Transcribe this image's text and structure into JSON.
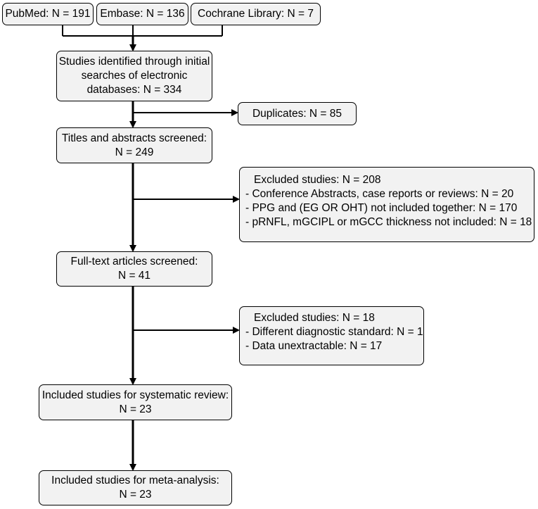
{
  "sources": [
    {
      "label": "PubMed: N = 191"
    },
    {
      "label": "Embase: N = 136"
    },
    {
      "label": "Cochrane Library: N = 7"
    }
  ],
  "identified": {
    "lines": [
      "Studies identified through initial",
      "searches of electronic",
      "databases: N = 334"
    ]
  },
  "duplicates": {
    "label": "Duplicates: N = 85"
  },
  "screened": {
    "lines": [
      "Titles and abstracts screened:",
      "N = 249"
    ]
  },
  "excluded_1": {
    "lines": [
      "Excluded studies: N = 208",
      "- Conference Abstracts, case reports or reviews: N = 20",
      "- PPG and (EG OR OHT) not included together: N = 170",
      "- pRNFL, mGCIPL or mGCC thickness not included: N = 18"
    ]
  },
  "fulltext": {
    "lines": [
      "Full-text articles screened:",
      "N = 41"
    ]
  },
  "excluded_2": {
    "lines": [
      "Excluded studies: N = 18",
      "- Different diagnostic standard: N = 1",
      "- Data unextractable: N = 17"
    ]
  },
  "systematic": {
    "lines": [
      "Included studies for systematic review:",
      "N = 23"
    ]
  },
  "meta": {
    "lines": [
      "Included studies for meta-analysis:",
      "N = 23"
    ]
  },
  "colors": {
    "box_fill": "#f2f2f2",
    "stroke": "#000000"
  }
}
